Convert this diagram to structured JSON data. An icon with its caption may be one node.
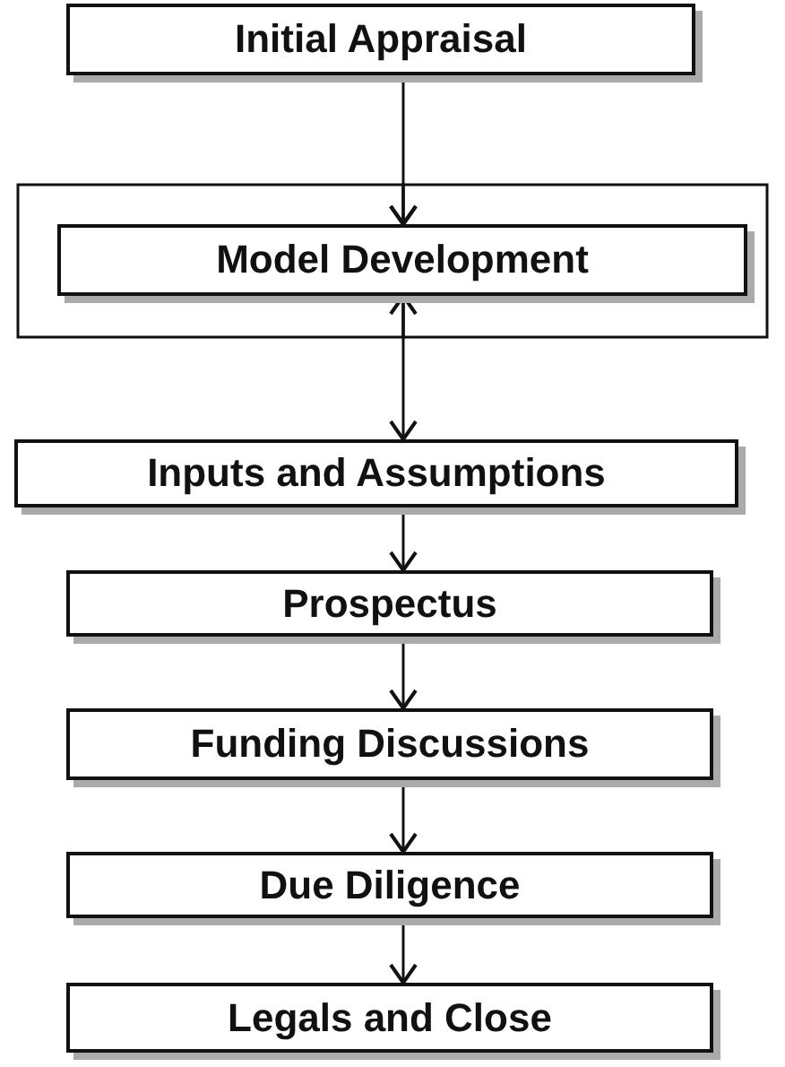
{
  "diagram": {
    "nodes": [
      {
        "text": [
          "Initial Appraisal"
        ]
      },
      {
        "text": [
          "Model Development"
        ]
      },
      {
        "text": [
          "Inputs and Assumptions"
        ]
      },
      {
        "text": [
          "Prospectus"
        ]
      },
      {
        "text": [
          "Funding Discussions"
        ]
      },
      {
        "text": [
          "Due Diligence"
        ]
      },
      {
        "text": [
          "Legals and Close"
        ]
      }
    ],
    "edges": [
      {
        "from": 0,
        "to": 1,
        "arrow": "to"
      },
      {
        "from": 1,
        "to": 1,
        "arrow": "to"
      },
      {
        "from": 1,
        "to": 1,
        "arrow": "to"
      },
      {
        "from": 1,
        "to": 2,
        "arrow": "to"
      },
      {
        "from": 2,
        "to": 3,
        "arrow": "to"
      },
      {
        "from": 3,
        "to": 4,
        "arrow": "to"
      },
      {
        "from": 4,
        "to": 5,
        "arrow": "to"
      },
      {
        "from": 5,
        "to": 6,
        "arrow": "to"
      }
    ]
  }
}
